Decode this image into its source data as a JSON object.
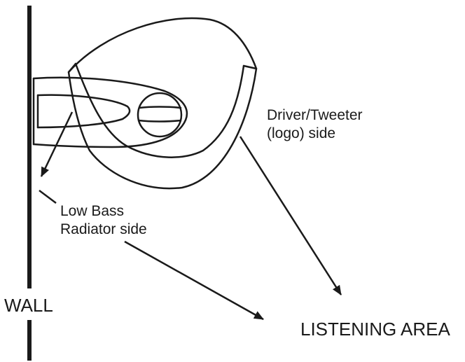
{
  "labels": {
    "driver_tweeter": [
      "Driver/Tweeter",
      "(logo) side"
    ],
    "low_bass": [
      "Low Bass",
      "Radiator side"
    ],
    "wall": "WALL",
    "listening_area": "LISTENING AREA"
  },
  "colors": {
    "line": "#1a1a1a",
    "background": "#ffffff"
  }
}
